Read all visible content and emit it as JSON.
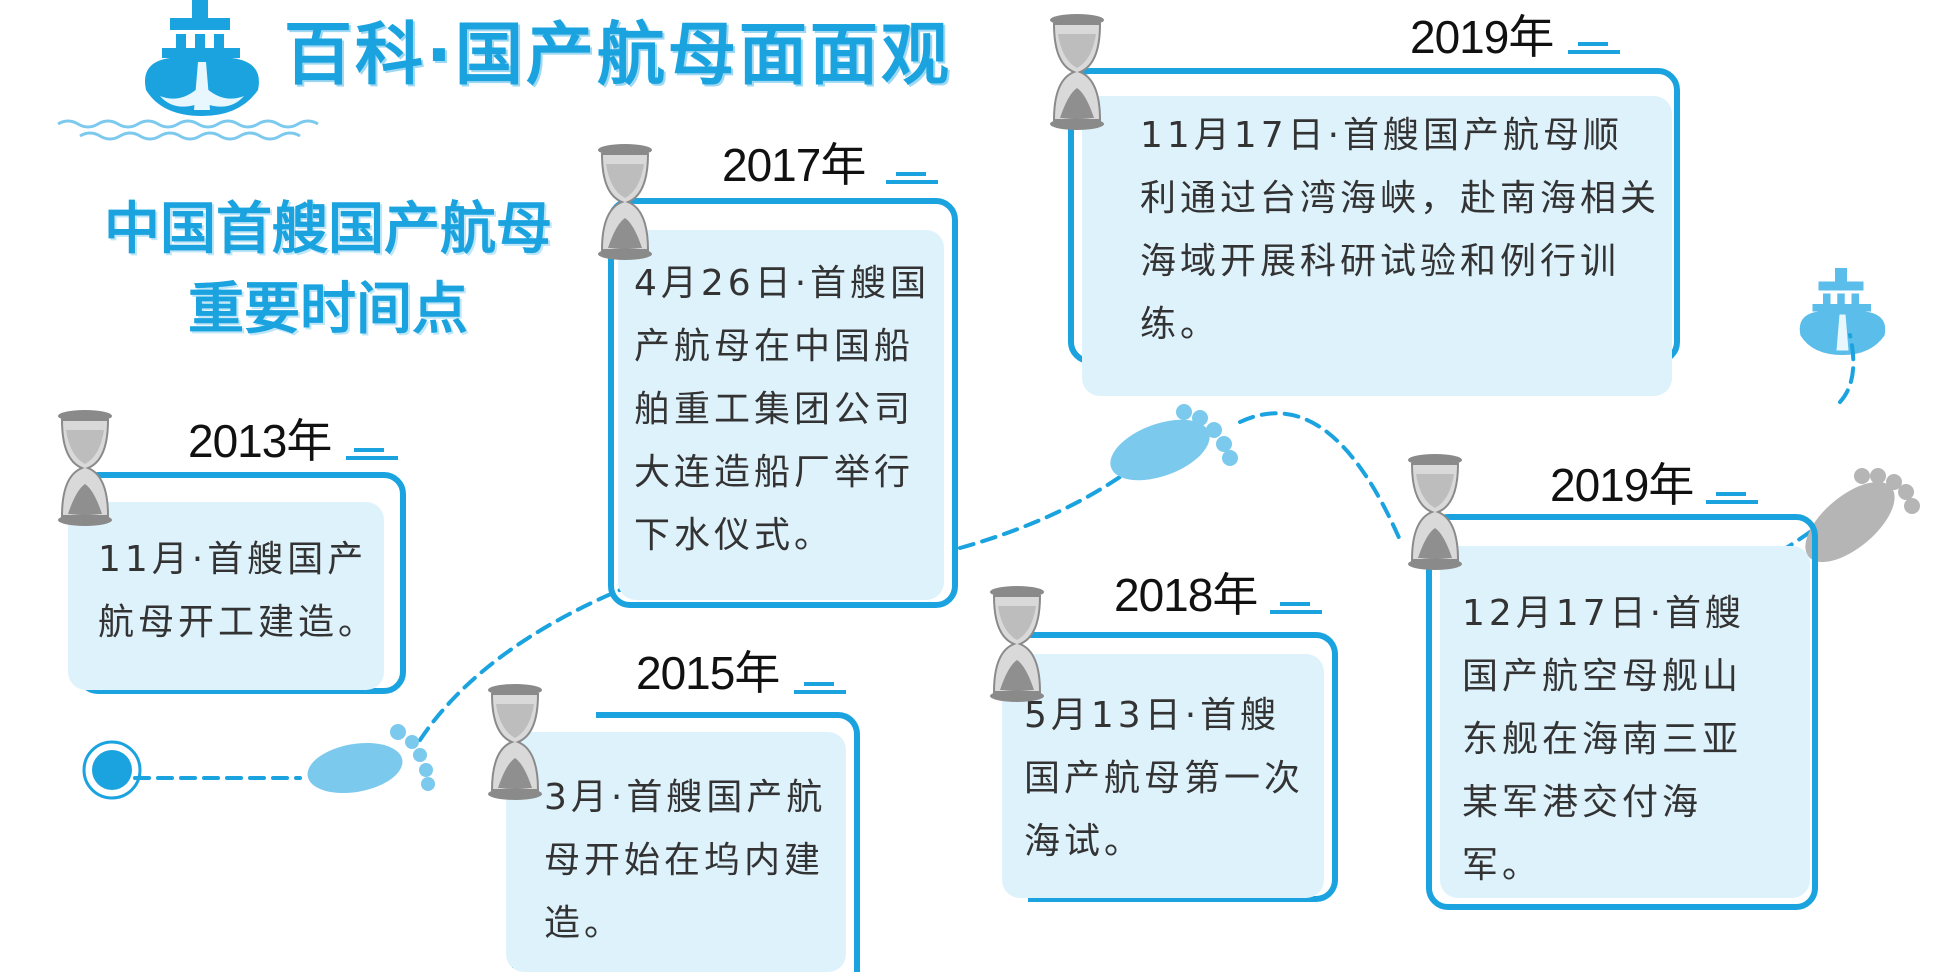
{
  "header": {
    "title": "百科·国产航母面面观",
    "subtitle_line1": "中国首艘国产航母",
    "subtitle_line2": "重要时间点"
  },
  "events": [
    {
      "year": "2013年",
      "text": "11月·首艘国产航母开工建造。"
    },
    {
      "year": "2015年",
      "text": "3月·首艘国产航母开始在坞内建造。"
    },
    {
      "year": "2017年",
      "text": "4月26日·首艘国产航母在中国船舶重工集团公司大连造船厂举行下水仪式。"
    },
    {
      "year": "2018年",
      "text": "5月13日·首艘国产航母第一次海试。"
    },
    {
      "year": "2019年",
      "text": "11月17日·首艘国产航母顺利通过台湾海峡，赴南海相关海域开展科研试验和例行训练。"
    },
    {
      "year": "2019年",
      "text": "12月17日·首艘国产航空母舰山东舰在海南三亚某军港交付海军。"
    }
  ],
  "colors": {
    "accent": "#1aa3df",
    "card_fill": "#def2fc",
    "footprint_blue": "#7cc9ee",
    "footprint_grey": "#b5b5b5",
    "text": "#333333"
  },
  "icons": [
    "ship-icon",
    "hourglass-icon",
    "footprint-icon",
    "start-dot-icon"
  ]
}
